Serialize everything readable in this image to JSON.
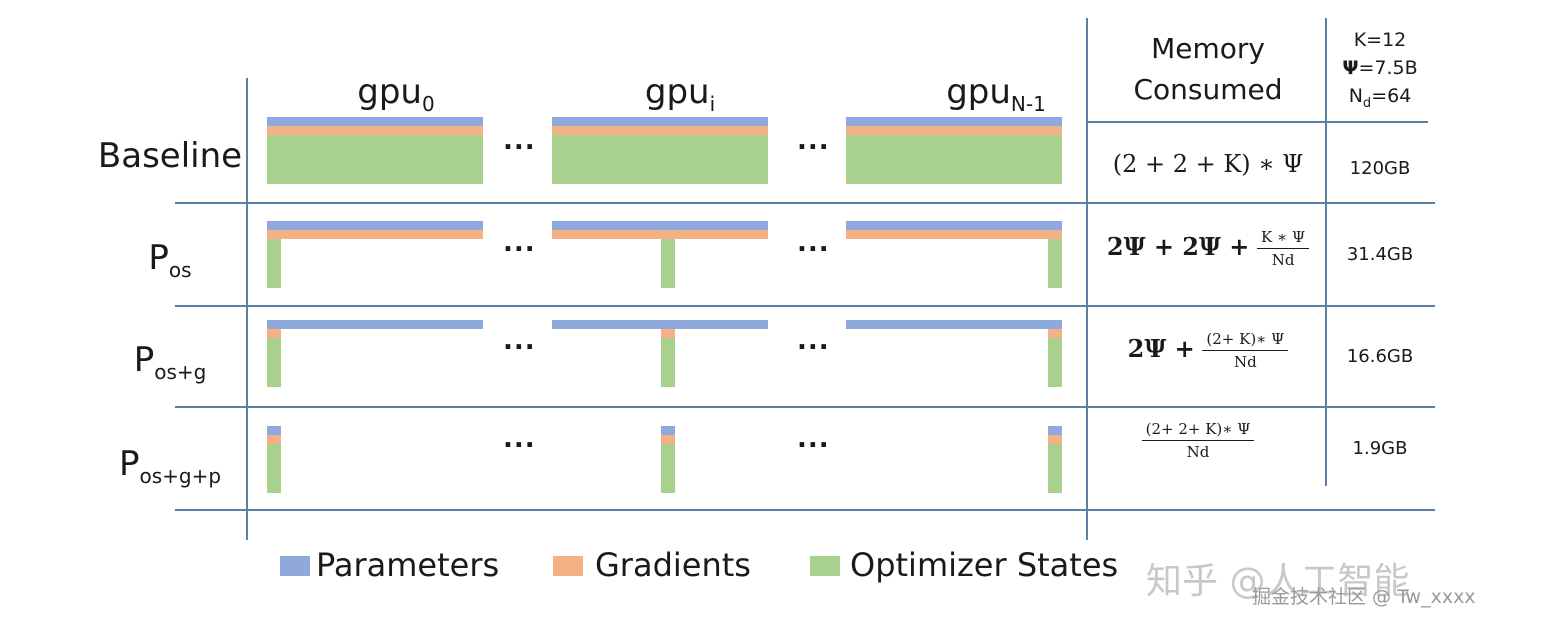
{
  "columns": {
    "gpu0": {
      "base": "gpu",
      "sub": "0"
    },
    "gpui": {
      "base": "gpu",
      "sub": "i"
    },
    "gpuN": {
      "base": "gpu",
      "sub": "N-1"
    },
    "ellipsis": "..."
  },
  "memory_header": {
    "line1": "Memory",
    "line2": "Consumed"
  },
  "params_header": {
    "k": "K=12",
    "psi_symbol": "Ψ",
    "psi_value": "=7.5B",
    "nd_base": "N",
    "nd_sub": "d",
    "nd_value": "=64"
  },
  "rows": [
    {
      "label_base": "Baseline",
      "label_sub": "",
      "formula_text": "(2 + 2 + K) ∗ Ψ",
      "memory": "120GB"
    },
    {
      "label_base": "P",
      "label_sub": "os",
      "formula_lead": "2Ψ + 2Ψ +",
      "formula_num": "K ∗ Ψ",
      "formula_den": "Nd",
      "memory": "31.4GB"
    },
    {
      "label_base": "P",
      "label_sub": "os+g",
      "formula_lead": "2Ψ +",
      "formula_num": "(2+ K)∗ Ψ",
      "formula_den": "Nd",
      "memory": "16.6GB"
    },
    {
      "label_base": "P",
      "label_sub": "os+g+p",
      "formula_num": "(2+ 2+ K)∗ Ψ",
      "formula_den": "Nd",
      "memory": "1.9GB"
    }
  ],
  "legend": {
    "parameters": "Parameters",
    "gradients": "Gradients",
    "optimizer": "Optimizer States"
  },
  "colors": {
    "parameters": "#8fa9dc",
    "gradients": "#f4b183",
    "optimizer": "#a9d18e",
    "grid": "#5b7fa6"
  },
  "watermark": {
    "zhihu": "知乎 @人工智能",
    "juejin": "掘金技术社区 @ Tw_xxxx"
  }
}
